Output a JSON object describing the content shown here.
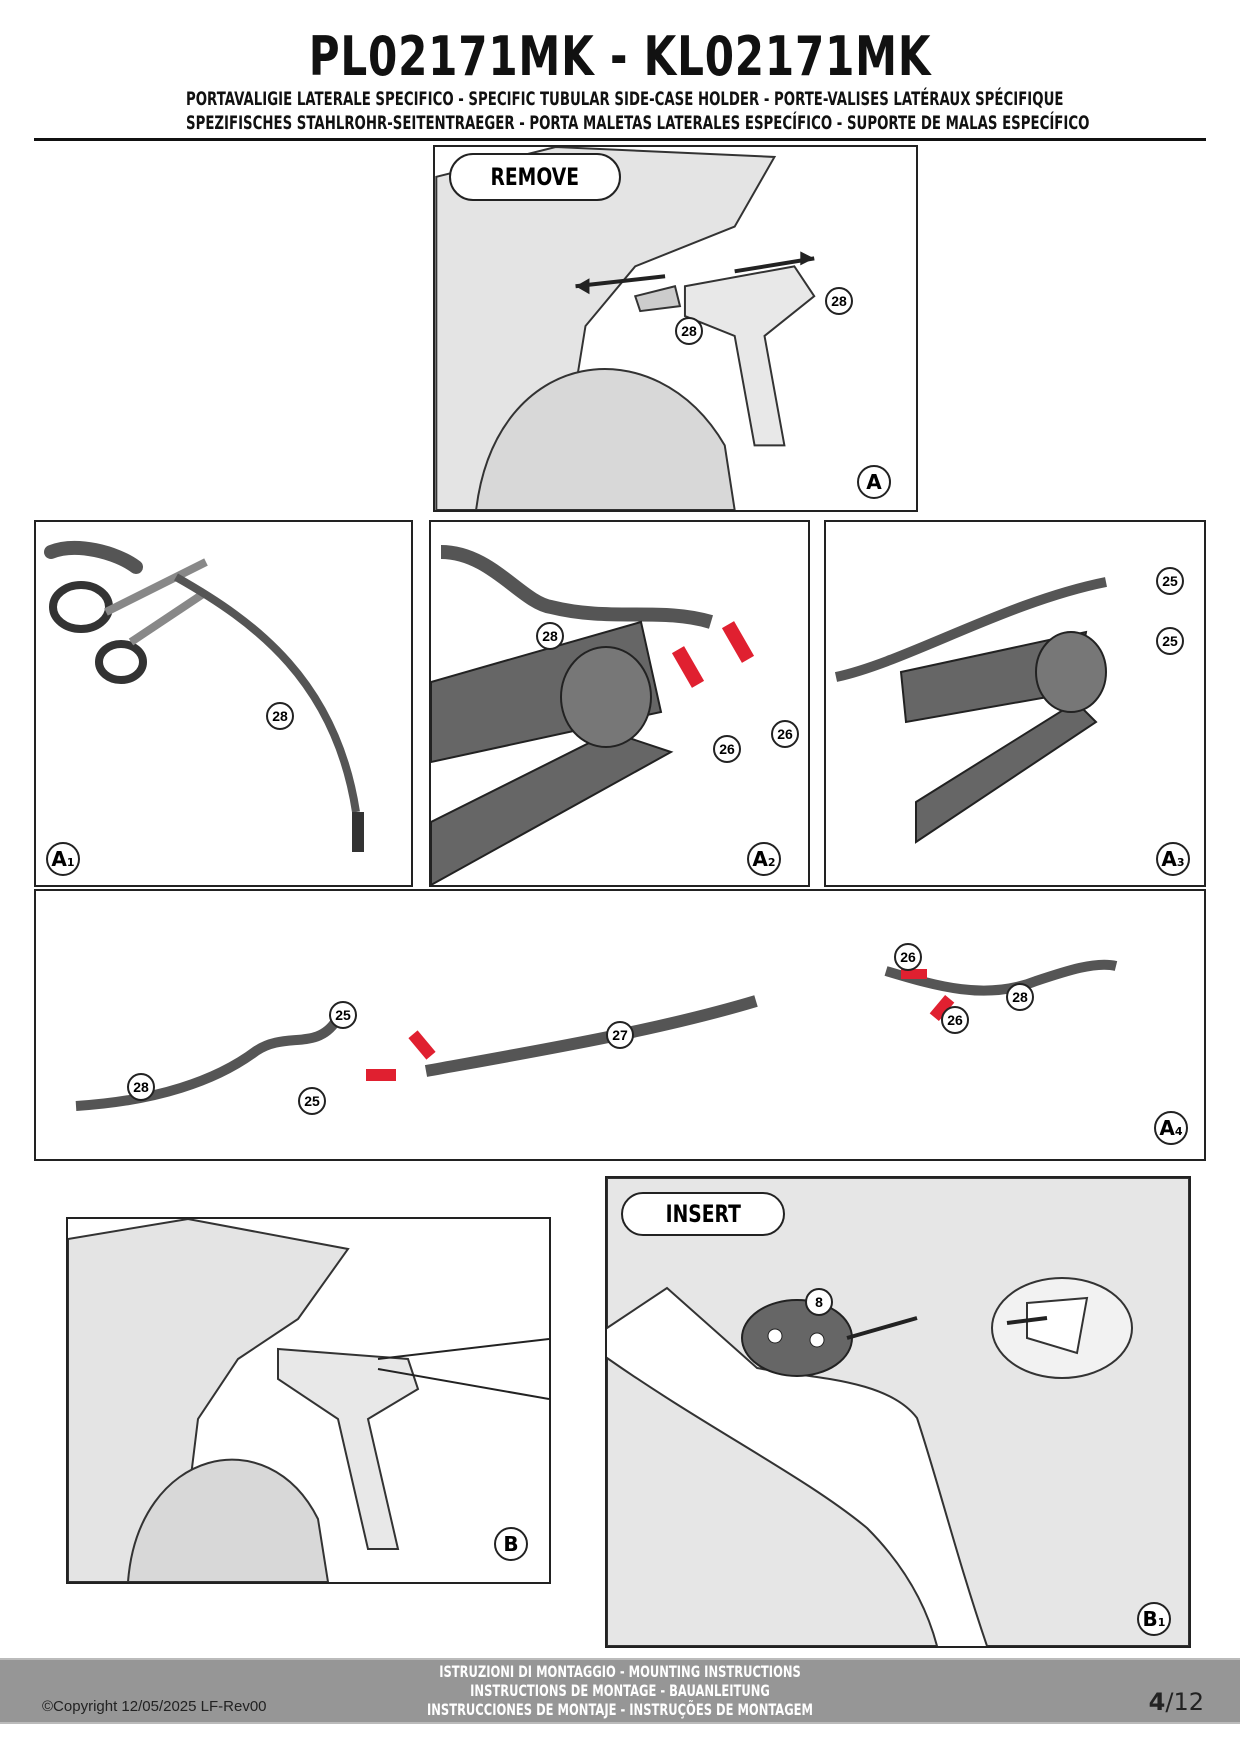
{
  "header": {
    "title": "PL02171MK - KL02171MK",
    "subtitle_1": "PORTAVALIGIE LATERALE SPECIFICO  -  SPECIFIC TUBULAR SIDE-CASE HOLDER  - PORTE-VALISES LATÉRAUX SPÉCIFIQUE",
    "subtitle_2": "SPEZIFISCHES STAHLROHR-SEITENTRAEGER - PORTA MALETAS LATERALES ESPECÍFICO - SUPORTE DE MALAS ESPECÍFICO"
  },
  "panels": {
    "A": {
      "label": "A",
      "action": "REMOVE",
      "callouts": [
        "28",
        "28"
      ]
    },
    "A1": {
      "label": "A",
      "sub": "1",
      "callouts": [
        "28"
      ]
    },
    "A2": {
      "label": "A",
      "sub": "2",
      "callouts": [
        "28",
        "26",
        "26"
      ]
    },
    "A3": {
      "label": "A",
      "sub": "3",
      "callouts": [
        "25",
        "25"
      ]
    },
    "A4": {
      "label": "A",
      "sub": "4",
      "callouts": [
        "25",
        "28",
        "25",
        "27",
        "26",
        "26",
        "28"
      ]
    },
    "B": {
      "label": "B"
    },
    "B1": {
      "label": "B",
      "sub": "1",
      "action": "INSERT",
      "callouts": [
        "8"
      ]
    }
  },
  "footer": {
    "line1": "ISTRUZIONI DI MONTAGGIO  -  MOUNTING INSTRUCTIONS",
    "line2": "INSTRUCTIONS DE MONTAGE - BAUANLEITUNG",
    "line3": "INSTRUCCIONES DE MONTAJE - INSTRUÇÕES DE MONTAGEM",
    "copyright": "©Copyright 12/05/2025 LF-Rev00",
    "page_current": "4",
    "page_total": "/12"
  },
  "colors": {
    "connector": "#e02030",
    "tool": "#666666",
    "footer": "#969696"
  }
}
